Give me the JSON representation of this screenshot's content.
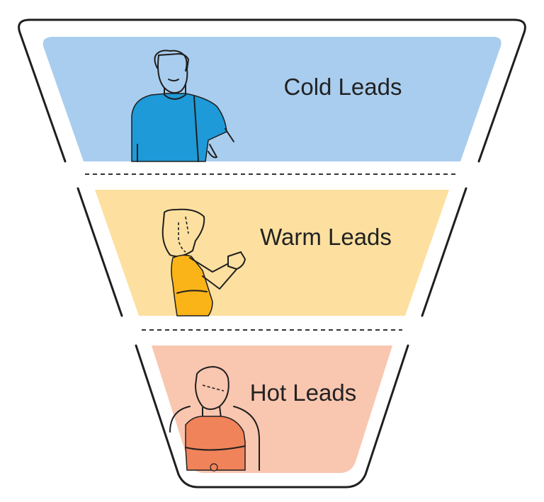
{
  "funnel": {
    "stages": [
      {
        "label": "Cold Leads",
        "color": "#a9cdee",
        "accent": "#1e9ad8",
        "figure": "man-standing-icon"
      },
      {
        "label": "Warm Leads",
        "color": "#fde0a0",
        "accent": "#fbb418",
        "figure": "woman-with-phone-icon"
      },
      {
        "label": "Hot Leads",
        "color": "#f9c6b0",
        "accent": "#f1835b",
        "figure": "person-at-laptop-icon"
      }
    ],
    "outline_color": "#1f1f1f"
  }
}
